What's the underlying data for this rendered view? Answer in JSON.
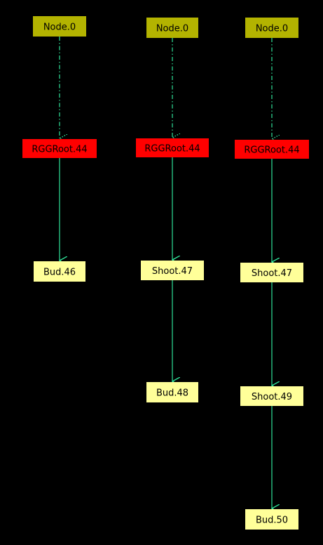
{
  "colors": {
    "background": "#000000",
    "node_fill": "#b3b300",
    "rggroot_fill": "#ff0000",
    "shoot_bud_fill": "#ffff99",
    "edge": "#2fe39a",
    "text_dark": "#000000",
    "text_light": "#000000"
  },
  "graphs": [
    {
      "nodes": [
        {
          "id": "n0",
          "label": "Node.0",
          "kind": "node"
        },
        {
          "id": "r44",
          "label": "RGGRoot.44",
          "kind": "rggroot"
        },
        {
          "id": "b46",
          "label": "Bud.46",
          "kind": "bud"
        }
      ],
      "edges": [
        {
          "from": "n0",
          "to": "r44",
          "style": "dashdot"
        },
        {
          "from": "r44",
          "to": "b46",
          "style": "solid"
        }
      ]
    },
    {
      "nodes": [
        {
          "id": "n0",
          "label": "Node.0",
          "kind": "node"
        },
        {
          "id": "r44",
          "label": "RGGRoot.44",
          "kind": "rggroot"
        },
        {
          "id": "s47",
          "label": "Shoot.47",
          "kind": "shoot"
        },
        {
          "id": "b48",
          "label": "Bud.48",
          "kind": "bud"
        }
      ],
      "edges": [
        {
          "from": "n0",
          "to": "r44",
          "style": "dashdot"
        },
        {
          "from": "r44",
          "to": "s47",
          "style": "solid"
        },
        {
          "from": "s47",
          "to": "b48",
          "style": "solid"
        }
      ]
    },
    {
      "nodes": [
        {
          "id": "n0",
          "label": "Node.0",
          "kind": "node"
        },
        {
          "id": "r44",
          "label": "RGGRoot.44",
          "kind": "rggroot"
        },
        {
          "id": "s47",
          "label": "Shoot.47",
          "kind": "shoot"
        },
        {
          "id": "s49",
          "label": "Shoot.49",
          "kind": "shoot"
        },
        {
          "id": "b50",
          "label": "Bud.50",
          "kind": "bud"
        }
      ],
      "edges": [
        {
          "from": "n0",
          "to": "r44",
          "style": "dashdot"
        },
        {
          "from": "r44",
          "to": "s47",
          "style": "solid"
        },
        {
          "from": "s47",
          "to": "s49",
          "style": "solid"
        },
        {
          "from": "s49",
          "to": "b50",
          "style": "solid"
        }
      ]
    }
  ]
}
